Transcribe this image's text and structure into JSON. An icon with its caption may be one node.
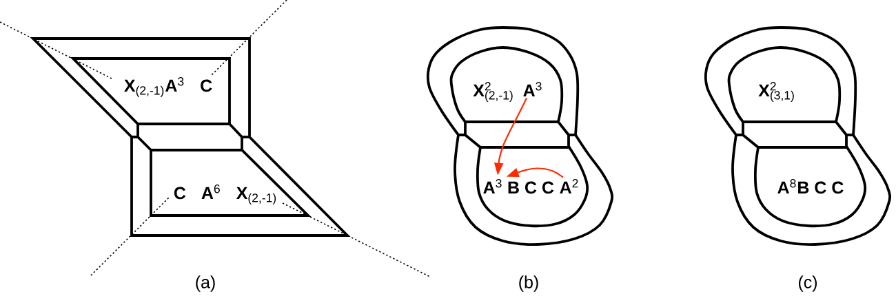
{
  "diagram": {
    "nodes": [
      {
        "text": [
          "X$_{(2,-1)}$A$^{3}$ C"
        ]
      },
      {
        "text": [
          "C A$^{6}$ X$_{(2,-1)}$"
        ]
      },
      {
        "text": [
          "X$^{2}$$_{(2,-1)}$"
        ]
      },
      {
        "text": [
          "A$^{3}$"
        ],
        "in": 2
      },
      {
        "text": [
          "B C C"
        ]
      },
      {
        "text": [
          "A$^{3}$"
        ],
        "in": 4
      },
      {
        "text": [
          "A$^{2}$"
        ],
        "in": 4
      },
      {
        "text": [
          "X$^{2}$$_{(3,1)}$"
        ]
      },
      {
        "text": [
          "A$^{8}$B C C"
        ]
      }
    ],
    "edges": [
      {
        "from": 3,
        "to": 5,
        "arrow": "to",
        "color": "#ff2a00"
      },
      {
        "from": 6,
        "to": 5,
        "arrow": "to",
        "color": "#ff2a00"
      }
    ],
    "labels": [
      "(a)",
      "(b)",
      "(c)"
    ]
  }
}
